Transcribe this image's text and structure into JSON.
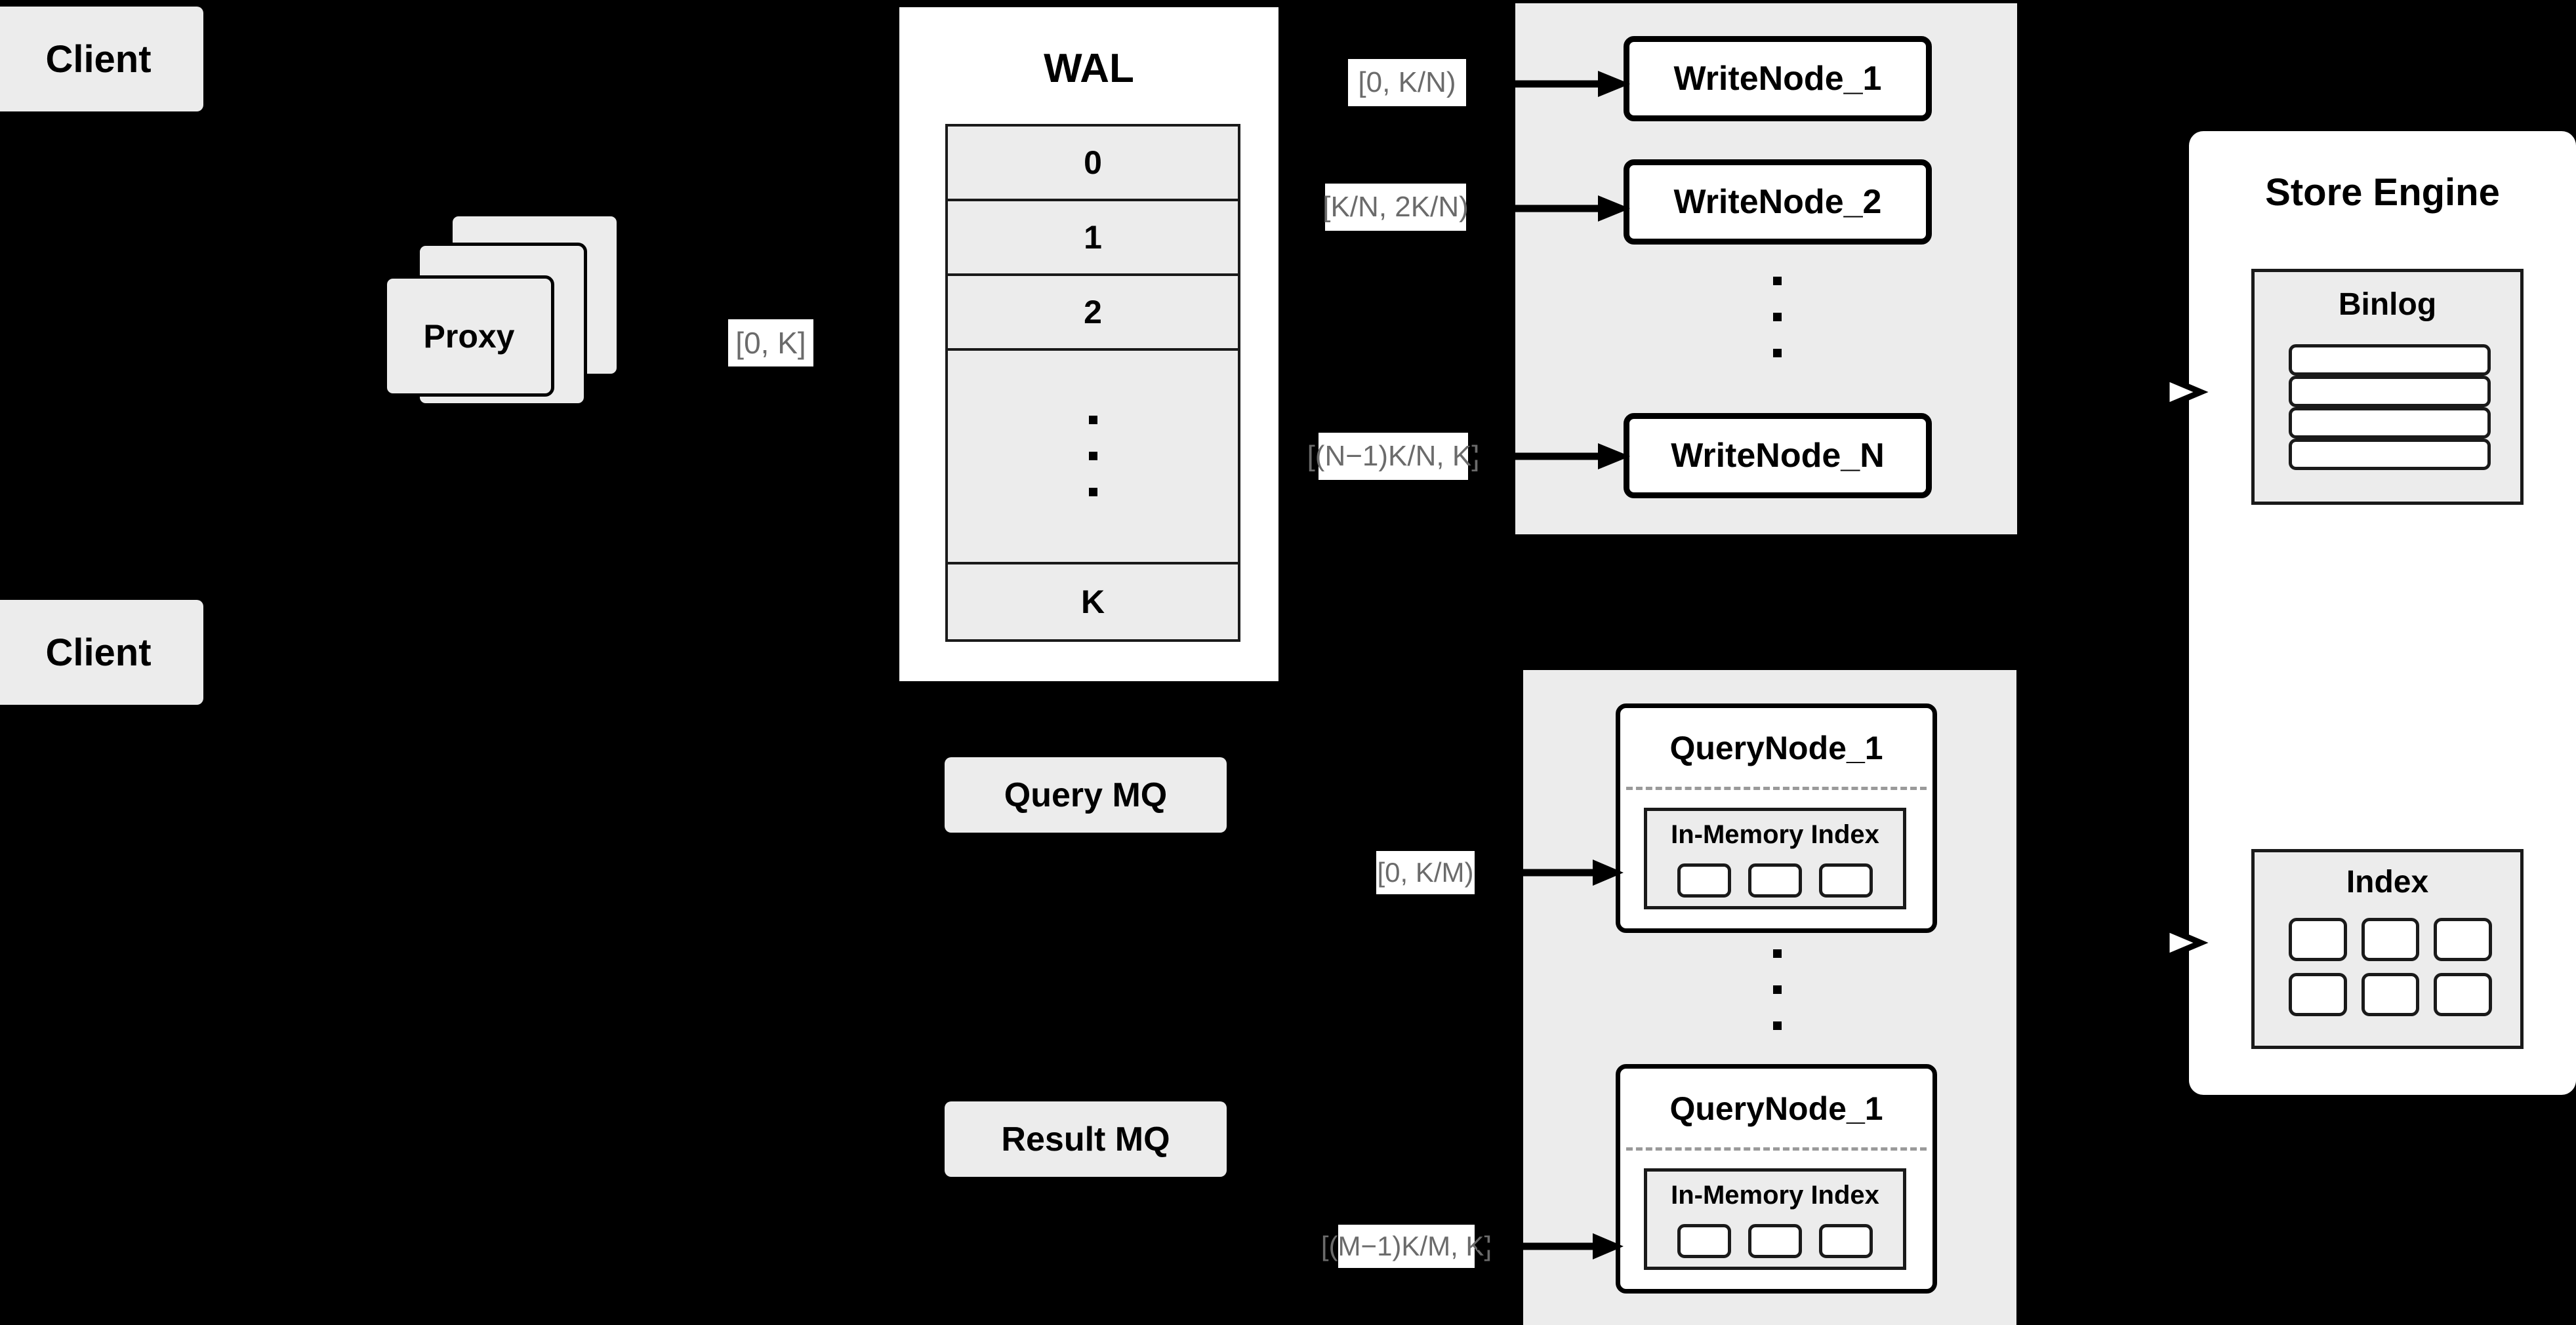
{
  "diagram": {
    "title": "Distributed vector database write/query architecture",
    "background_color": "#000000",
    "block_fill": "#ececec",
    "node_fill": "#ffffff",
    "label_text_color": "#6b6b6b",
    "stroke_color": "#000000"
  },
  "clients": [
    {
      "label": "Client"
    },
    {
      "label": "Client"
    }
  ],
  "proxy": {
    "label": "Proxy",
    "stack_count": 3
  },
  "wal": {
    "title": "WAL",
    "rows": [
      "0",
      "1",
      "2",
      "",
      "K"
    ],
    "ellipsis_row_index": 3,
    "ellipsis_dots": 3
  },
  "edge_labels": {
    "proxy_to_wal": "[0, K]",
    "wal_to_writenode_1": "[0,  K/N)",
    "wal_to_writenode_2": "[K/N, 2K/N)",
    "wal_to_writenode_n": "[(N−1)K/N,  K]",
    "mq_to_querynode_1": "[0, K/M)",
    "mq_to_querynode_m": "[(M−1)K/M, K]"
  },
  "write_cluster": {
    "nodes": [
      {
        "label": "WriteNode_1"
      },
      {
        "label": "WriteNode_2"
      },
      {
        "label": "WriteNode_N"
      }
    ],
    "ellipsis_dots": 3
  },
  "message_queues": [
    {
      "label": "Query MQ"
    },
    {
      "label": "Result MQ"
    }
  ],
  "query_cluster": {
    "nodes": [
      {
        "label": "QueryNode_1",
        "inner_title": "In-Memory Index",
        "chips": 3
      },
      {
        "label": "QueryNode_1",
        "inner_title": "In-Memory Index",
        "chips": 3
      }
    ],
    "ellipsis_dots": 3
  },
  "store_engine": {
    "title": "Store Engine",
    "binlog": {
      "title": "Binlog",
      "bars": 4
    },
    "index": {
      "title": "Index",
      "cells": 6
    }
  }
}
